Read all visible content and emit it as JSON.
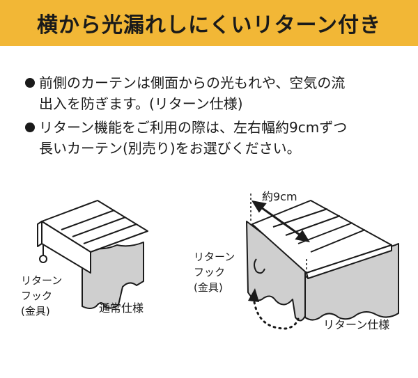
{
  "header": {
    "title": "横から光漏れしにくいリターン付き"
  },
  "bullets": [
    {
      "text": "前側のカーテンは側面からの光もれや、空気の流\n出入を防ぎます。(リターン仕様)"
    },
    {
      "text": "リターン機能をご利用の際は、左右幅約9cmずつ\n長いカーテン(別売り)をお選びください。"
    }
  ],
  "diagram_left": {
    "hook_label": "リターン\nフック\n(金具)",
    "caption": "通常仕様"
  },
  "diagram_right": {
    "width_label": "約9cm",
    "hook_label": "リターン\nフック\n(金具)",
    "caption": "リターン仕様"
  },
  "colors": {
    "header_bg": "#f2b736",
    "curtain": "#cfcfcf",
    "outline": "#1a1a1a"
  }
}
